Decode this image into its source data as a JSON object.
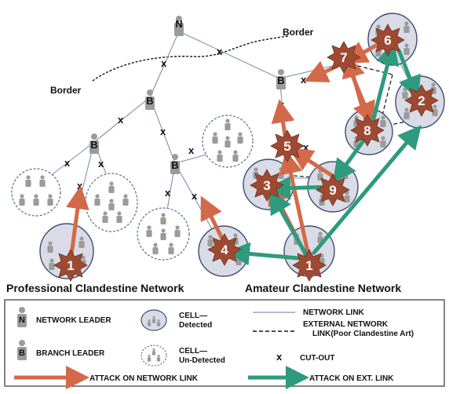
{
  "labels": {
    "border_left": "Border",
    "border_right": "Border",
    "network_leader": "N",
    "branch_leader": "B",
    "cutout": "x"
  },
  "cells": {
    "c1_prof": "1",
    "c4": "4",
    "c1_am": "1",
    "c3": "3",
    "c9": "9",
    "c5": "5",
    "c8": "8",
    "c7": "7",
    "c6": "6",
    "c2": "2"
  },
  "titles": {
    "professional": "Professional Clandestine Network",
    "amateur": "Amateur Clandestine Network"
  },
  "legend": {
    "network_leader_letter": "N",
    "network_leader": "NETWORK LEADER",
    "branch_leader_letter": "B",
    "branch_leader": "BRANCH LEADER",
    "cell_detected": "CELL—",
    "cell_detected_2": "Detected",
    "cell_undetected": "CELL—",
    "cell_undetected_2": "Un-Detected",
    "network_link": "NETWORK LINK",
    "external_link": "EXTERNAL NETWORK",
    "external_link_2": "LINK(Poor Clandestine Art)",
    "cutout_symbol": "x",
    "cutout": "CUT-OUT",
    "attack_network": "ATTACK ON NETWORK LINK",
    "attack_external": "ATTACK ON EXT. LINK"
  },
  "colors": {
    "attack_network": "#d4694a",
    "attack_external": "#2e9a7e",
    "link": "#7f8fb5",
    "cell_fill": "#d9dce6",
    "burst": "#a04830",
    "person": "#9b9b9b"
  }
}
